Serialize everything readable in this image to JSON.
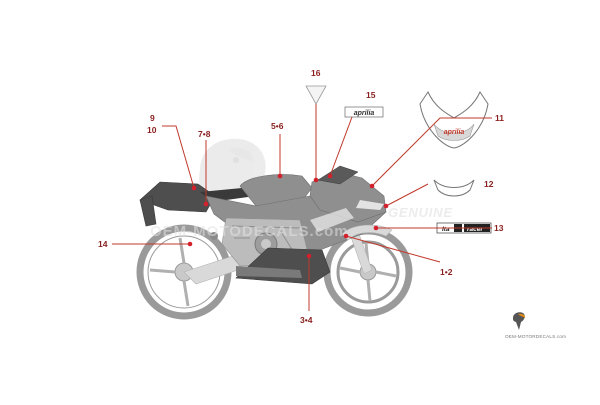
{
  "callouts": {
    "c16": "16",
    "c15": "15",
    "c11": "11",
    "c9": "9",
    "c10": "10",
    "c78": "7•8",
    "c56": "5•6",
    "c12": "12",
    "c13": "13",
    "c14": "14",
    "c12b": "1•2",
    "c34": "3•4"
  },
  "decals": {
    "brand_small": "aprilia",
    "brand_nose": "aprilia",
    "racer_badge_left": "Ita",
    "racer_badge_right": "racer"
  },
  "watermark": {
    "genuine": "GENUINE",
    "site_overlay": "OEM-MOTODECALS.com",
    "footer_site": "OEM-MOTORDECALS.com"
  },
  "colors": {
    "callout_text": "#8a1f1f",
    "leader_line": "#c0392b",
    "marker_dot": "#d4202a",
    "bike_body": "#8f8f8f",
    "bike_dark": "#4e4e4e"
  },
  "icons": {
    "footer_logo": "toucan-logo-icon",
    "watermark_logo": "toucan-watermark-icon"
  }
}
